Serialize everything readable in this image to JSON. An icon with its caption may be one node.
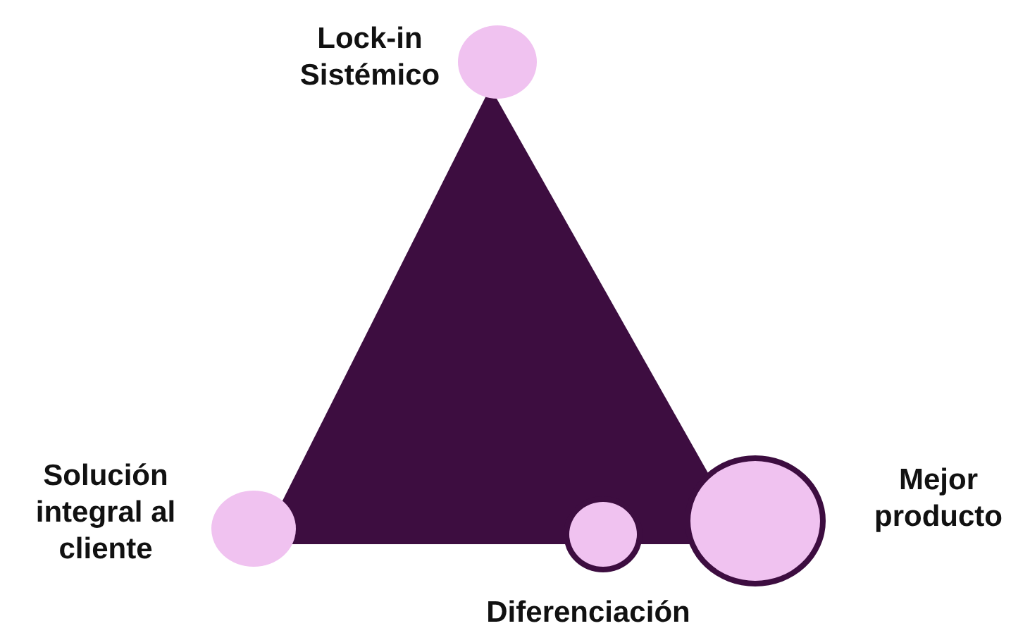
{
  "diagram": {
    "nodes": [
      {
        "text": [],
        "shape": "triangle"
      },
      {
        "text": [
          "Lock-in Sistémico"
        ]
      },
      {
        "text": [
          "Solución integral al cliente"
        ]
      },
      {
        "text": [
          "Diferenciación"
        ]
      },
      {
        "text": [
          "Mejor producto"
        ]
      }
    ]
  }
}
